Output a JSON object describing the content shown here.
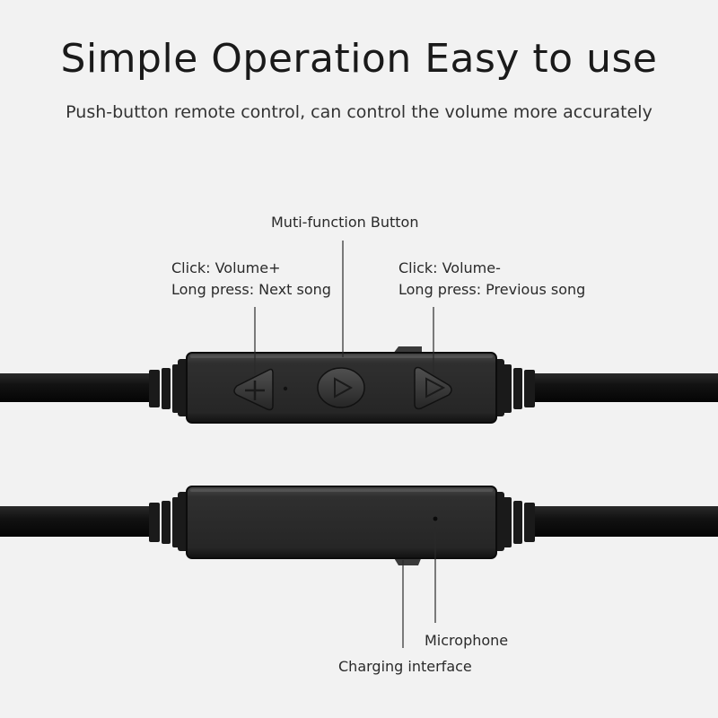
{
  "header": {
    "title": "Simple Operation  Easy to use",
    "subtitle": "Push-button remote control, can control the volume more accurately"
  },
  "callouts": {
    "multifunction": "Muti-function Button",
    "volume_up_line1": "Click: Volume+",
    "volume_up_line2": "Long press: Next song",
    "volume_down_line1": "Click: Volume-",
    "volume_down_line2": "Long press: Previous song",
    "microphone": "Microphone",
    "charging": "Charging interface"
  },
  "icons": {
    "volume_up": "plus-icon",
    "multifunction": "play-icon",
    "volume_down": "play-icon"
  },
  "colors": {
    "background": "#f2f2f2",
    "cable": "#141414",
    "remote_body": "#2e2e2e",
    "text": "#2a2a2a"
  }
}
